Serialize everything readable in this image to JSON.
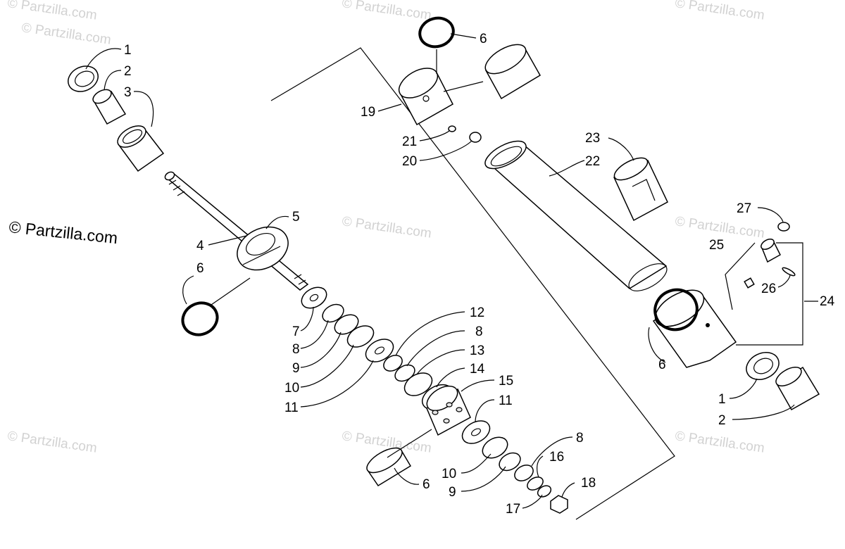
{
  "watermarks": {
    "main": "© Partzilla.com",
    "faint": "© Partzilla.com"
  },
  "callouts": {
    "c1_top": "1",
    "c2_top": "2",
    "c3": "3",
    "c4": "4",
    "c5": "5",
    "c6_left": "6",
    "c7": "7",
    "c8_a": "8",
    "c9_a": "9",
    "c10_a": "10",
    "c11_a": "11",
    "c12": "12",
    "c8_b": "8",
    "c13": "13",
    "c14": "14",
    "c15": "15",
    "c11_b": "11",
    "c6_bottom": "6",
    "c8_c": "8",
    "c16": "16",
    "c10_b": "10",
    "c9_b": "9",
    "c17": "17",
    "c18": "18",
    "c6_top": "6",
    "c19": "19",
    "c21": "21",
    "c20": "20",
    "c22": "22",
    "c23": "23",
    "c27": "27",
    "c25": "25",
    "c26": "26",
    "c24": "24",
    "c6_right": "6",
    "c1_bottom": "1",
    "c2_bottom": "2"
  },
  "colors": {
    "line": "#000000",
    "watermark": "#d2d2d2",
    "background": "#ffffff"
  }
}
